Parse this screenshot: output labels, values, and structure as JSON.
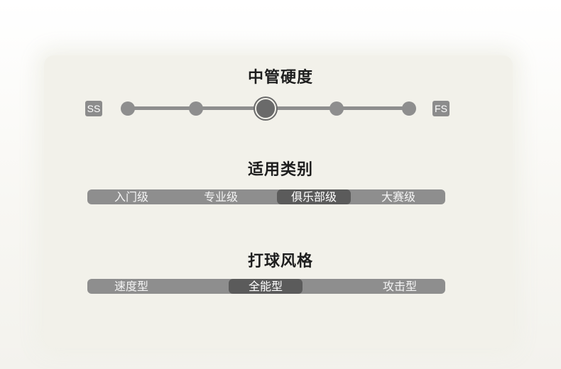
{
  "hardness": {
    "title": "中管硬度",
    "left_label": "SS",
    "right_label": "FS",
    "stops": 5,
    "selected_index": 2
  },
  "category": {
    "title": "适用类别",
    "options": [
      "入门级",
      "专业级",
      "俱乐部级",
      "大赛级"
    ],
    "selected_index": 2
  },
  "play_style": {
    "title": "打球风格",
    "options": [
      "速度型",
      "全能型",
      "攻击型"
    ],
    "selected_index": 1
  },
  "colors": {
    "track": "#8e8e8e",
    "selected": "#5b5b5b",
    "text": "#1e1e1e"
  }
}
